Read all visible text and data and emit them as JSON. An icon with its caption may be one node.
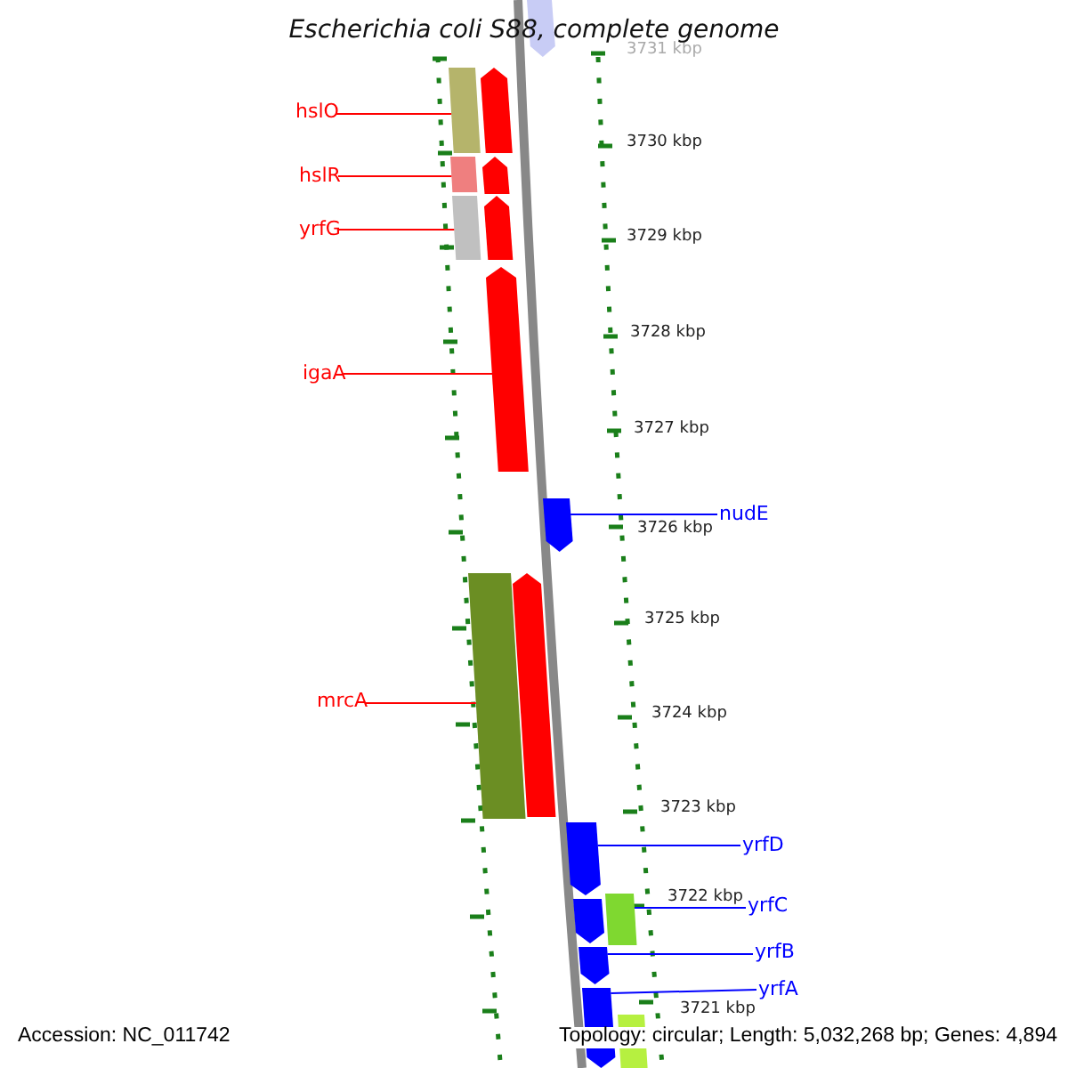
{
  "diagram": {
    "title": "Escherichia coli S88, complete genome",
    "nodes": [
      {
        "text": [
          "hslO"
        ]
      },
      {
        "text": [
          "hslR"
        ]
      },
      {
        "text": [
          "yrfG"
        ]
      },
      {
        "text": [
          "igaA"
        ]
      },
      {
        "text": [
          "mrcA"
        ]
      },
      {
        "text": [
          "nudE"
        ]
      },
      {
        "text": [
          "yrfD"
        ]
      },
      {
        "text": [
          "yrfC"
        ]
      },
      {
        "text": [
          "yrfB"
        ]
      },
      {
        "text": [
          "yrfA"
        ]
      },
      {
        "text": [],
        "shape": "pentagon"
      },
      {
        "text": [],
        "shape": "bar"
      },
      {
        "text": [],
        "shape": "pentagon"
      },
      {
        "text": [],
        "shape": "bar"
      },
      {
        "text": [],
        "shape": "pentagon"
      },
      {
        "text": [],
        "shape": "bar"
      },
      {
        "text": [],
        "shape": "pentagon"
      },
      {
        "text": [],
        "shape": "pentagon"
      },
      {
        "text": [],
        "shape": "pentagon"
      },
      {
        "text": [],
        "shape": "bar"
      },
      {
        "text": [],
        "shape": "pentagon"
      },
      {
        "text": [],
        "shape": "pentagon"
      },
      {
        "text": [],
        "shape": "bar"
      },
      {
        "text": [],
        "shape": "pentagon"
      },
      {
        "text": [],
        "shape": "pentagon"
      },
      {
        "text": [],
        "shape": "pentagon"
      },
      {
        "text": [],
        "shape": "bar"
      }
    ],
    "edges": [
      {
        "from": 0,
        "to": 11,
        "arrow": "none"
      },
      {
        "from": 1,
        "to": 13,
        "arrow": "none"
      },
      {
        "from": 2,
        "to": 15,
        "arrow": "none"
      },
      {
        "from": 3,
        "to": 17,
        "arrow": "none"
      },
      {
        "from": 4,
        "to": 19,
        "arrow": "none"
      },
      {
        "from": 5,
        "to": 18,
        "arrow": "none",
        "color": "#0000ff"
      },
      {
        "from": 6,
        "to": 21,
        "arrow": "none",
        "color": "#0000ff"
      },
      {
        "from": 7,
        "to": 22,
        "arrow": "none",
        "color": "#0000ff"
      },
      {
        "from": 8,
        "to": 24,
        "arrow": "none",
        "color": "#0000ff"
      },
      {
        "from": 9,
        "to": 25,
        "arrow": "none",
        "color": "#0000ff"
      }
    ],
    "labels": [
      "3731 kbp",
      "3730 kbp",
      "3729 kbp",
      "3728 kbp",
      "3727 kbp",
      "3726 kbp",
      "3725 kbp",
      "3724 kbp",
      "3723 kbp",
      "3722 kbp",
      "3721 kbp",
      "Accession: NC_011742",
      "Topology: circular; Length: 5,032,268 bp; Genes: 4,894"
    ]
  }
}
